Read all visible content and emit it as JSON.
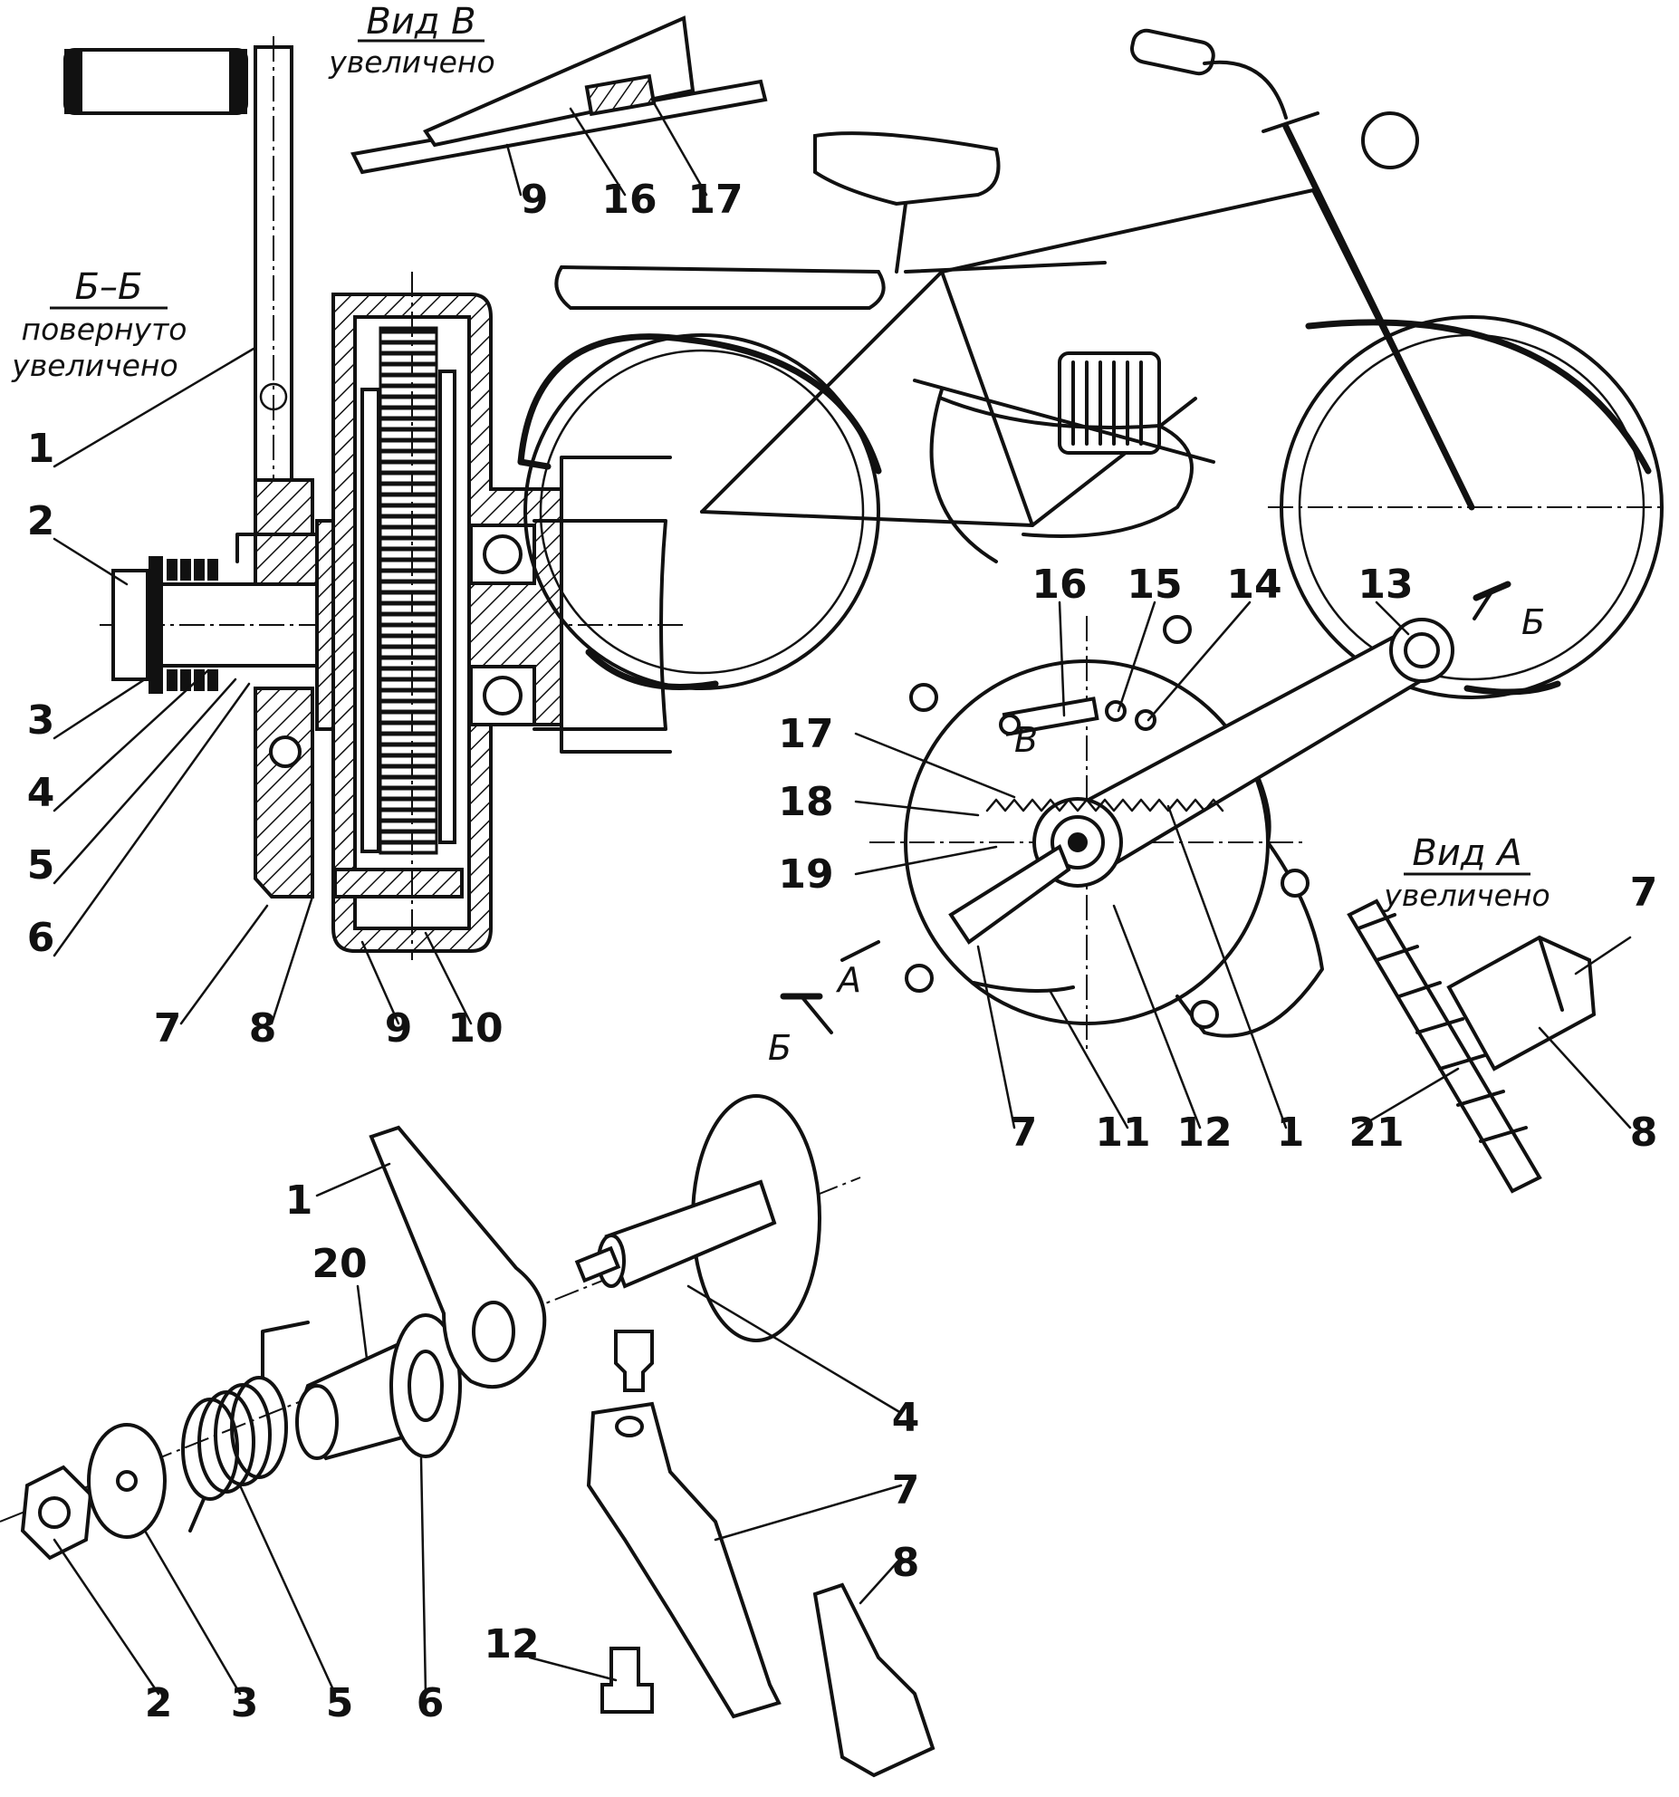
{
  "views": {
    "section_bb": {
      "title": "Б–Б",
      "line1": "повернуто",
      "line2": "увеличено"
    },
    "view_v": {
      "title": "Вид В",
      "subtitle": "увеличено"
    },
    "view_a": {
      "title": "Вид А",
      "subtitle": "увеличено"
    }
  },
  "markers": {
    "b": "Б",
    "a": "А",
    "v": "В"
  },
  "callouts": {
    "section": [
      "1",
      "2",
      "3",
      "4",
      "5",
      "6",
      "7",
      "8",
      "9",
      "10"
    ],
    "view_v": [
      "9",
      "16",
      "17"
    ],
    "assembly": [
      "16",
      "15",
      "14",
      "13",
      "17",
      "18",
      "19",
      "7",
      "11",
      "12",
      "1"
    ],
    "view_a": [
      "7",
      "21",
      "8"
    ],
    "exploded": [
      "1",
      "20",
      "4",
      "7",
      "8",
      "2",
      "3",
      "5",
      "6",
      "12"
    ]
  }
}
